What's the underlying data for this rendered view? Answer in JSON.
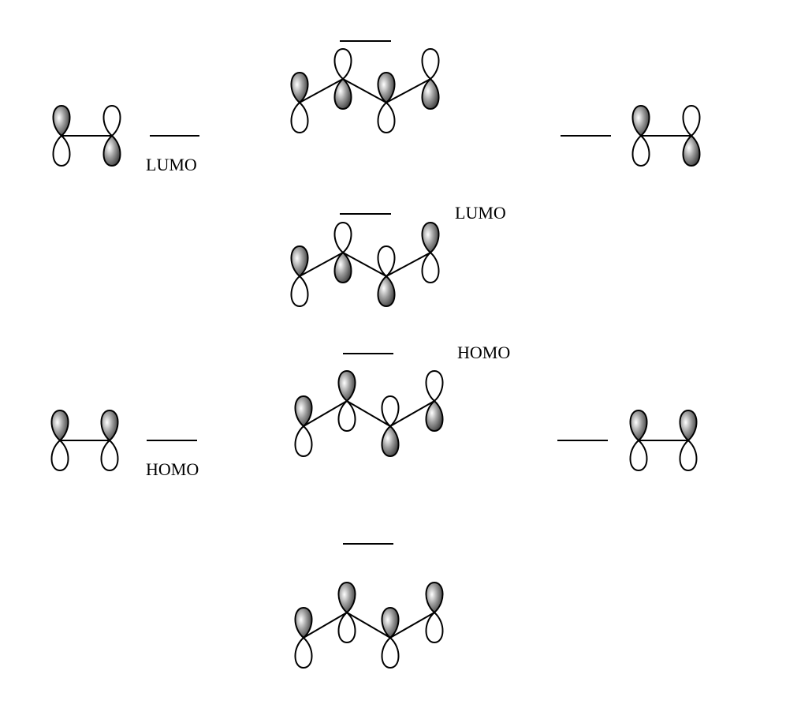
{
  "labels": {
    "ethylene_lumo": "LUMO",
    "ethylene_homo": "HOMO",
    "butadiene_lumo": "LUMO",
    "butadiene_homo": "HOMO"
  },
  "orbitals": {
    "ethylene_left_lumo": [
      "top",
      "bottom"
    ],
    "ethylene_left_homo": [
      "top",
      "top"
    ],
    "ethylene_right_lumo": [
      "top",
      "bottom"
    ],
    "ethylene_right_homo": [
      "top",
      "top"
    ],
    "butadiene_psi4": [
      "top",
      "bottom",
      "top",
      "bottom"
    ],
    "butadiene_psi3": [
      "top",
      "bottom",
      "bottom",
      "top"
    ],
    "butadiene_psi2": [
      "top",
      "top",
      "bottom",
      "bottom"
    ],
    "butadiene_psi1": [
      "top",
      "top",
      "top",
      "top"
    ]
  },
  "colors": {
    "shade_dark": "#3a3a3a",
    "shade_light": "#ffffff",
    "line": "#000000"
  }
}
